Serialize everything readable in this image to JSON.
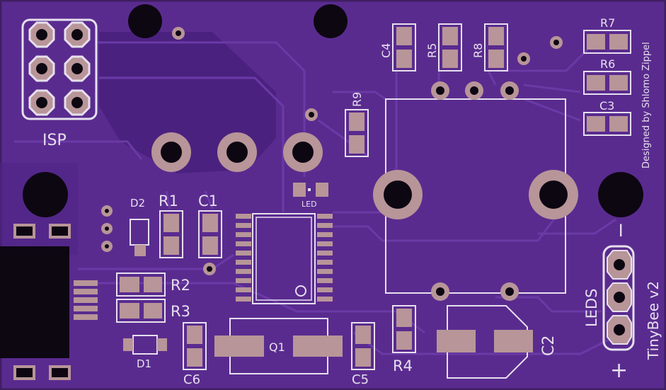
{
  "board": {
    "colors": {
      "base": "#5a2b8f",
      "copper": "#4b2180",
      "trace": "#6a3aa6",
      "silk": "#e6e0ee",
      "pad": "#b89598",
      "hole": "#0d0712",
      "edge": "#3f1f63"
    },
    "labels": {
      "isp": "ISP",
      "d2": "D2",
      "r1": "R1",
      "c1": "C1",
      "led": "LED",
      "r9": "R9",
      "c4": "C4",
      "r5": "R5",
      "r8": "R8",
      "r7": "R7",
      "r6": "R6",
      "c3": "C3",
      "r2": "R2",
      "r3": "R3",
      "d1": "D1",
      "c6": "C6",
      "q1": "Q1",
      "c5": "C5",
      "r4": "R4",
      "c2": "C2",
      "leds": "LEDS",
      "minus": "−",
      "plus": "+",
      "designer": "Designed by Shlomo Zippel",
      "board_name": "TinyBee v2"
    }
  }
}
